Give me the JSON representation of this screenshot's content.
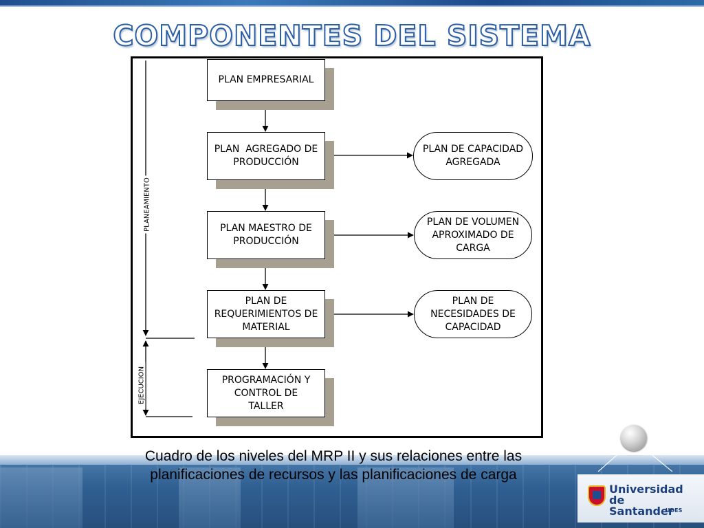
{
  "slide": {
    "title": "COMPONENTES DEL SISTEMA",
    "caption_line1": "Cuadro de los niveles del MRP II y sus relaciones entre las",
    "caption_line2": "planificaciones de recursos y las planificaciones de carga"
  },
  "diagram": {
    "side_labels": {
      "planning": "PLANEAMIENTO",
      "execution": "EJECUCION"
    },
    "boxes": [
      {
        "line1": "PLAN EMPRESARIAL",
        "line2": "",
        "line3": ""
      },
      {
        "line1": "PLAN  AGREGADO DE",
        "line2": "PRODUCCIÓN",
        "line3": ""
      },
      {
        "line1": "PLAN MAESTRO DE",
        "line2": "PRODUCCIÓN",
        "line3": ""
      },
      {
        "line1": "PLAN DE",
        "line2": "REQUERIMIENTOS DE",
        "line3": "MATERIAL"
      },
      {
        "line1": "PROGRAMACIÓN Y",
        "line2": "CONTROL DE",
        "line3": "TALLER"
      }
    ],
    "ovals": [
      {
        "line1": "PLAN DE CAPACIDAD",
        "line2": "AGREGADA",
        "line3": ""
      },
      {
        "line1": "PLAN DE VOLUMEN",
        "line2": "APROXIMADO DE",
        "line3": "CARGA"
      },
      {
        "line1": "PLAN DE",
        "line2": "NECESIDADES DE",
        "line3": "CAPACIDAD"
      }
    ]
  },
  "branding": {
    "logo_name_line1": "Universidad",
    "logo_name_line2": "de Santander",
    "logo_sub": "UDES"
  },
  "colors": {
    "title_stroke": "#2a5ea5",
    "box_shadow": "#a7a090",
    "band": "#2f5f92"
  }
}
